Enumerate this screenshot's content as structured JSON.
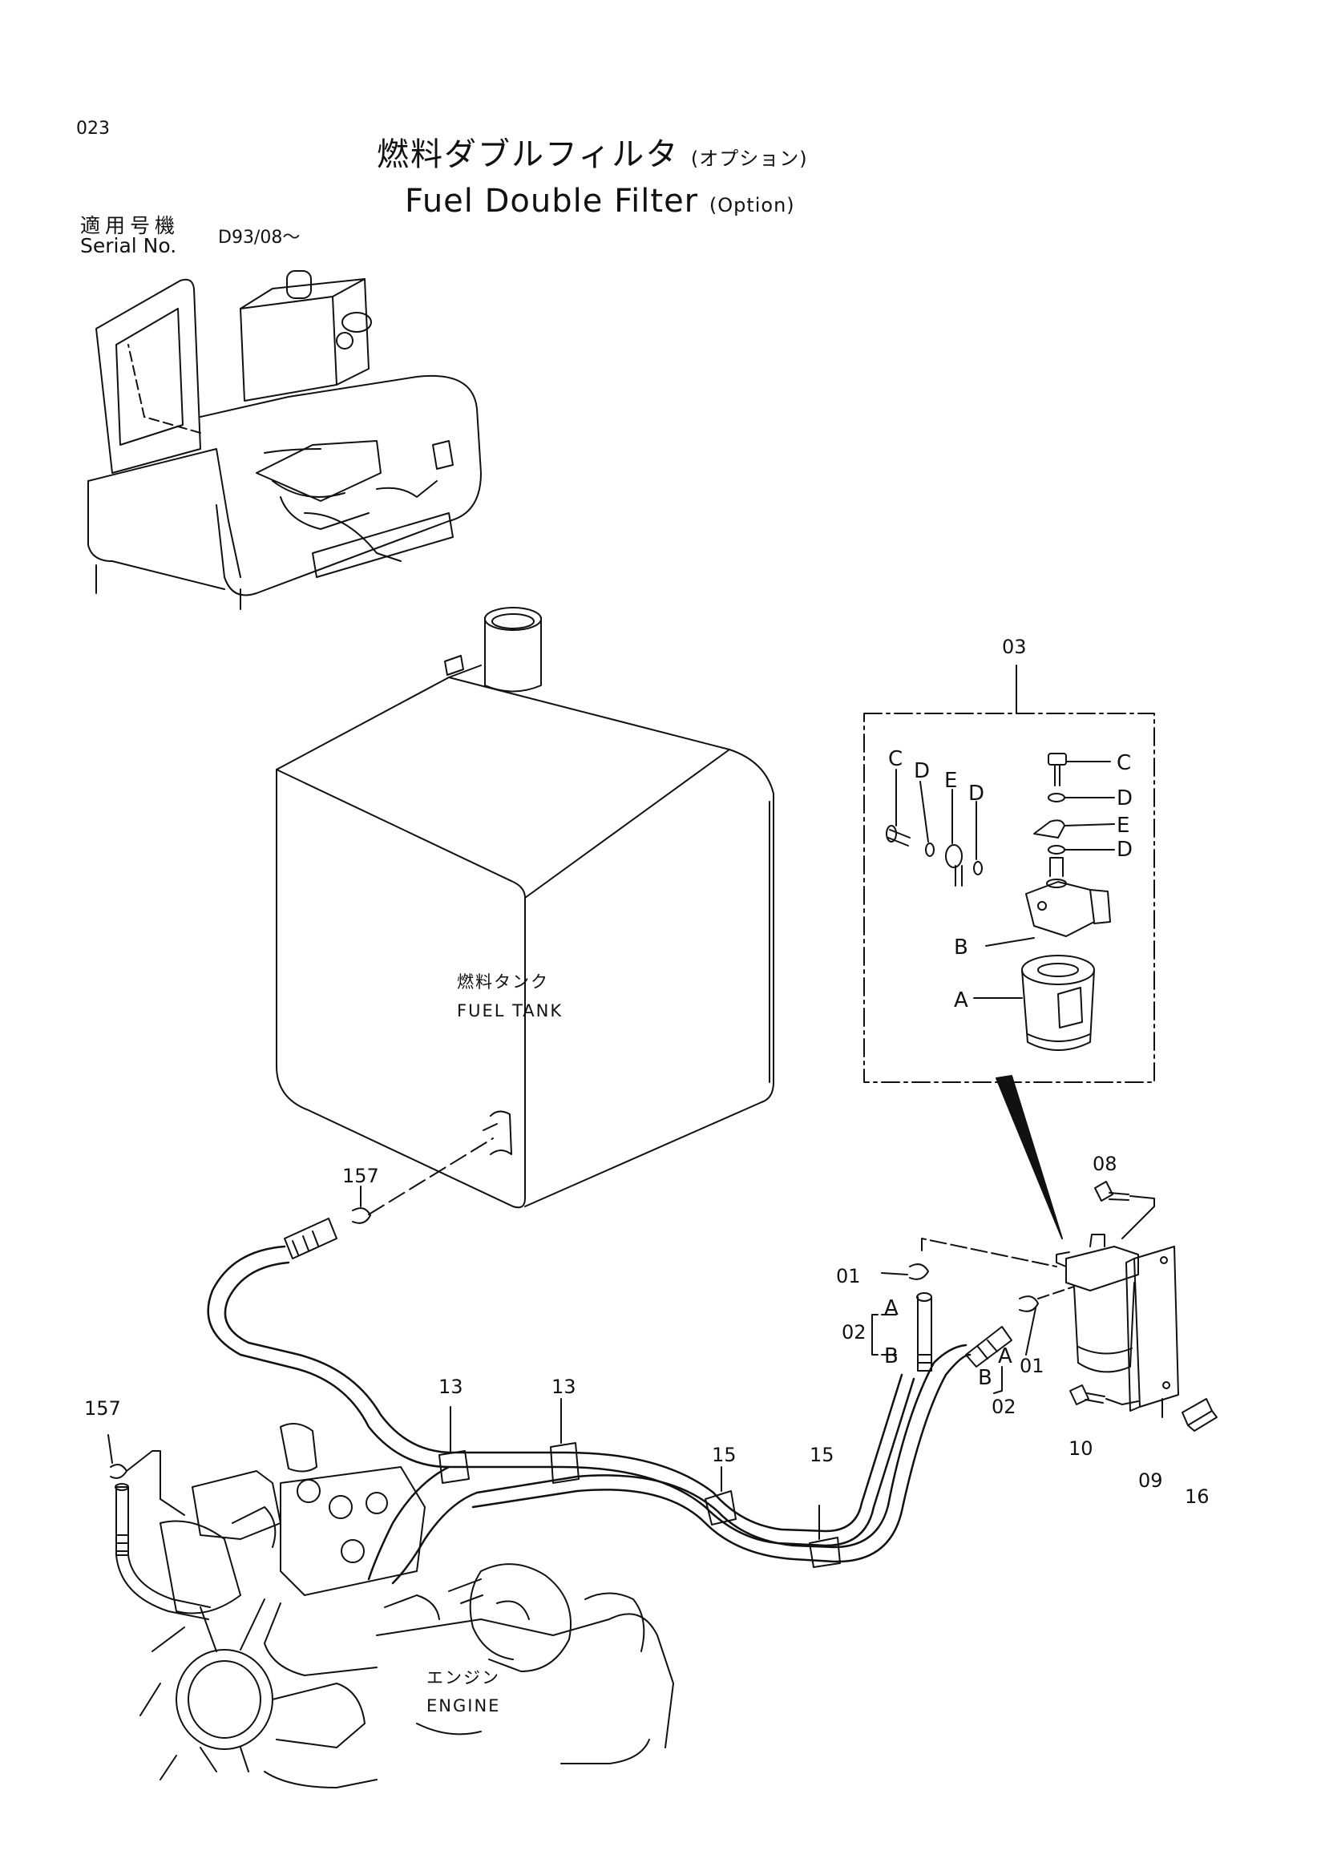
{
  "page_number": "023",
  "title": {
    "jp": "燃料ダブルフィルタ",
    "jp_sub": "(オプション)",
    "en": "Fuel Double Filter",
    "en_sub": "(Option)"
  },
  "serial": {
    "jp_label": "適用号機",
    "en_label": "Serial No.",
    "value": "D93/08～"
  },
  "captions": {
    "tank_jp": "燃料タンク",
    "tank_en": "FUEL TANK",
    "engine_jp": "エンジン",
    "engine_en": "ENGINE"
  },
  "callouts": {
    "c03": "03",
    "c08": "08",
    "c157a": "157",
    "c157b": "157",
    "c01a": "01",
    "c01b": "01",
    "c02a": "02",
    "c02b": "02",
    "c13a": "13",
    "c13b": "13",
    "c15a": "15",
    "c15b": "15",
    "c10": "10",
    "c09": "09",
    "c16": "16"
  },
  "letters": {
    "C": "C",
    "D": "D",
    "E": "E",
    "B": "B",
    "A": "A"
  },
  "colors": {
    "ink": "#111111",
    "paper": "#ffffff"
  }
}
